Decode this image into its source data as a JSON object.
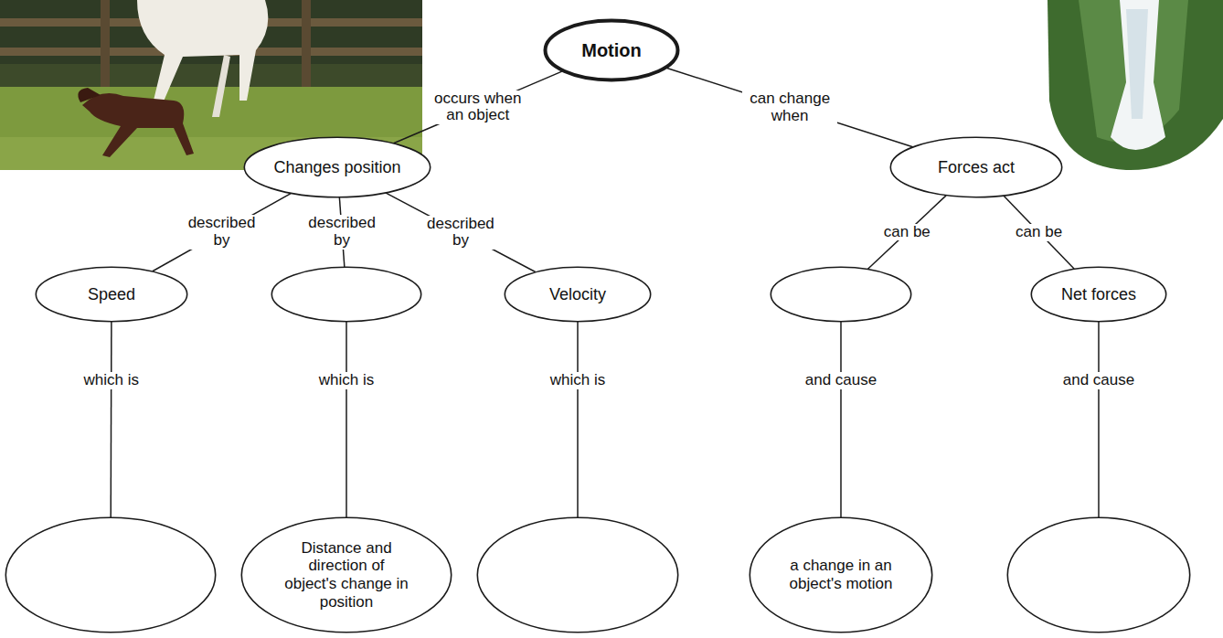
{
  "diagram": {
    "nodes": [
      {
        "text": [
          "Motion"
        ]
      },
      {
        "text": [
          "Changes position"
        ]
      },
      {
        "text": [
          "Forces act"
        ]
      },
      {
        "text": [
          "Speed"
        ]
      },
      {
        "text": []
      },
      {
        "text": [
          "Velocity"
        ]
      },
      {
        "text": []
      },
      {
        "text": [
          "Net forces"
        ]
      },
      {
        "text": []
      },
      {
        "text": [
          "Distance and direction of object's change in position"
        ]
      },
      {
        "text": []
      },
      {
        "text": [
          "a change in an object's motion"
        ]
      },
      {
        "text": []
      }
    ],
    "edges": [
      {
        "from": 0,
        "to": 1,
        "label": "occurs when an object",
        "arrow": "none"
      },
      {
        "from": 0,
        "to": 2,
        "label": "can change when",
        "arrow": "none"
      },
      {
        "from": 1,
        "to": 3,
        "label": "described by",
        "arrow": "none"
      },
      {
        "from": 1,
        "to": 4,
        "label": "described by",
        "arrow": "none"
      },
      {
        "from": 1,
        "to": 5,
        "label": "described by",
        "arrow": "none"
      },
      {
        "from": 2,
        "to": 6,
        "label": "can be",
        "arrow": "none"
      },
      {
        "from": 2,
        "to": 7,
        "label": "can be",
        "arrow": "none"
      },
      {
        "from": 3,
        "to": 8,
        "label": "which is",
        "arrow": "none"
      },
      {
        "from": 4,
        "to": 9,
        "label": "which is",
        "arrow": "none"
      },
      {
        "from": 5,
        "to": 10,
        "label": "which is",
        "arrow": "none"
      },
      {
        "from": 6,
        "to": 11,
        "label": "and cause",
        "arrow": "none"
      },
      {
        "from": 7,
        "to": 12,
        "label": "and cause",
        "arrow": "none"
      }
    ]
  }
}
